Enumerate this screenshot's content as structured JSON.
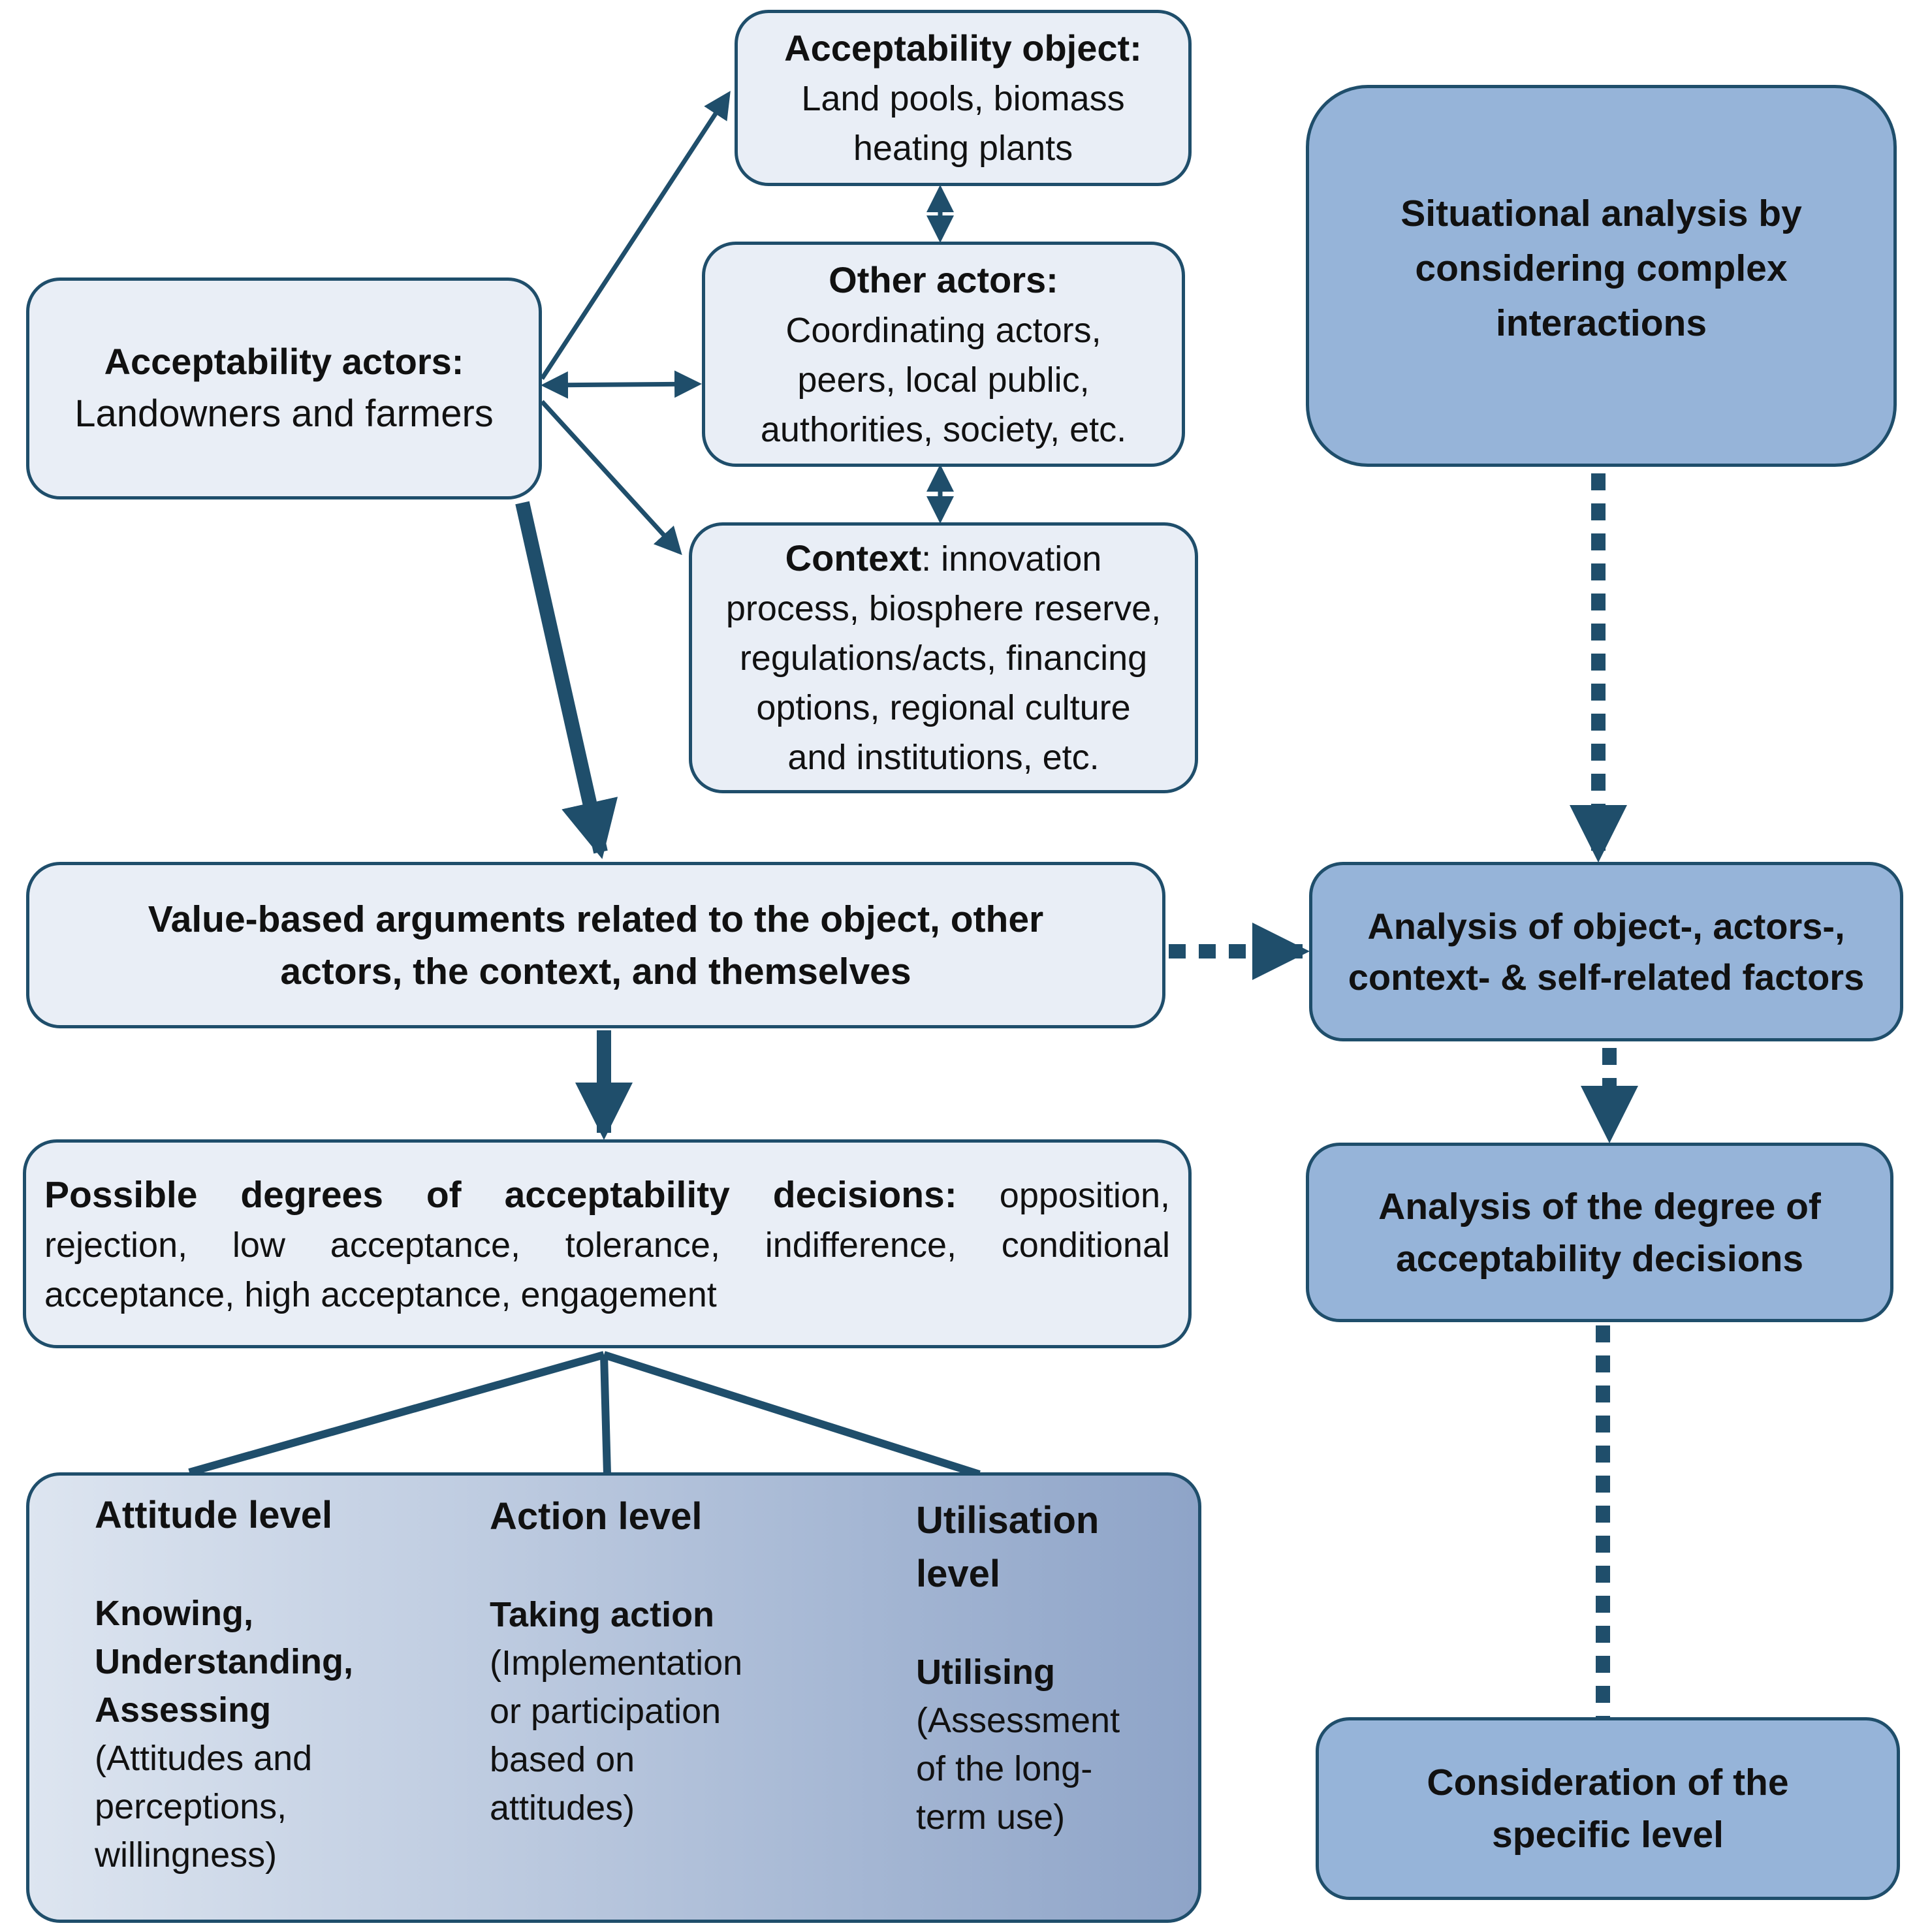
{
  "acceptability_object": {
    "title": "Acceptability object:",
    "lines": [
      "Land pools, biomass",
      "heating plants"
    ]
  },
  "other_actors": {
    "title": "Other actors:",
    "lines": [
      "Coordinating actors,",
      "peers, local public,",
      "authorities, society, etc."
    ]
  },
  "context": {
    "title": "Context",
    "title_suffix": ": innovation",
    "lines": [
      "process, biosphere reserve,",
      "regulations/acts, financing",
      "options, regional culture",
      "and institutions,  etc."
    ]
  },
  "acceptability_actors": {
    "title": "Acceptability actors:",
    "text": "Landowners and farmers"
  },
  "value_arguments": {
    "lines": [
      "Value-based arguments related to the object, other",
      "actors, the context, and themselves"
    ]
  },
  "possible_degrees": {
    "title": "Possible degrees of acceptability decisions:",
    "line1_rest": "opposition,",
    "line2": "rejection,  low  acceptance,  tolerance,  indifference,  conditional",
    "line3": "acceptance, high acceptance, engagement"
  },
  "levels": {
    "attitude": {
      "heading": "Attitude level",
      "sub_lines": [
        "Knowing,",
        "Understanding,",
        "Assessing"
      ],
      "desc_lines": [
        "(Attitudes and",
        "perceptions,",
        "willingness)"
      ]
    },
    "action": {
      "heading": "Action level",
      "sub_lines": [
        "Taking action"
      ],
      "desc_lines": [
        "(Implementation",
        "or participation",
        "based on",
        "attitudes)"
      ]
    },
    "utilisation": {
      "heading_lines": [
        "Utilisation",
        "level"
      ],
      "sub_lines": [
        "Utilising"
      ],
      "desc_lines": [
        "(Assessment",
        "of the long-",
        "term use)"
      ]
    }
  },
  "right_column": {
    "situational": [
      "Situational analysis by",
      "considering complex",
      "interactions"
    ],
    "analysis_factors": [
      "Analysis of object-, actors-,",
      "context- & self-related factors"
    ],
    "analysis_degree": [
      "Analysis of the degree of",
      "acceptability decisions"
    ],
    "consideration": [
      "Consideration of the",
      "specific level"
    ]
  },
  "colors": {
    "border": "#1f4e6b",
    "light_box": "#e9eef6",
    "blue_box": "#96b4d9"
  }
}
